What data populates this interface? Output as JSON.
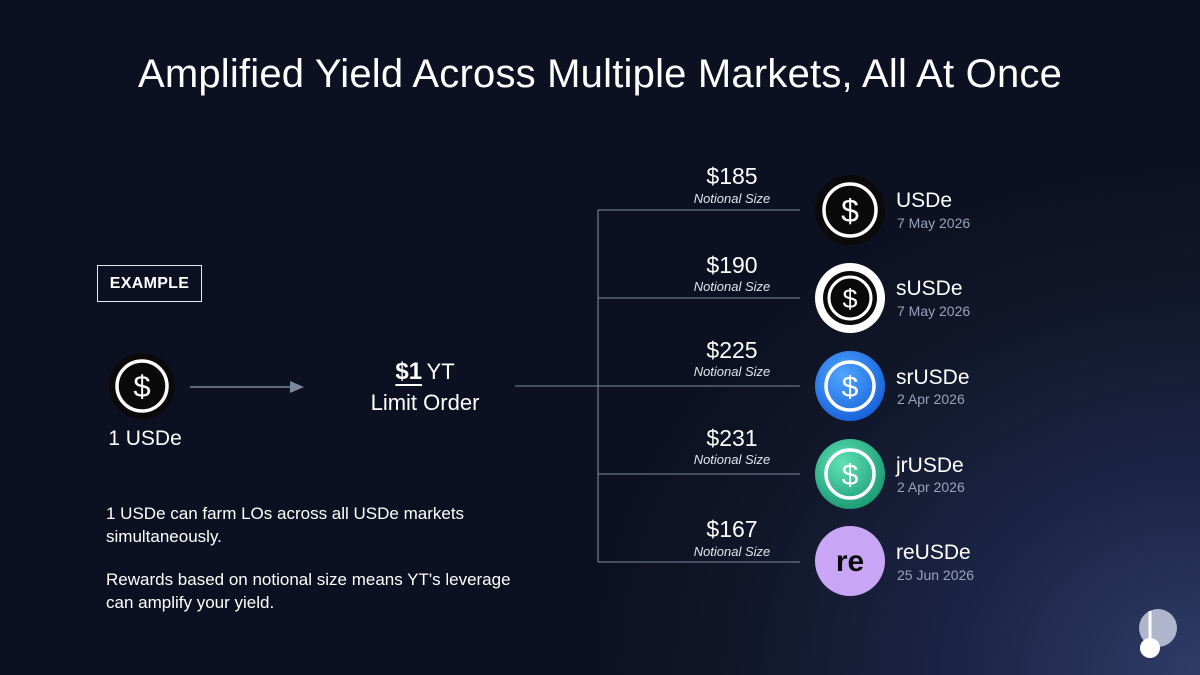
{
  "title": "Amplified Yield Across Multiple Markets, All At Once",
  "example_tag": "EXAMPLE",
  "source": {
    "label": "1 USDe",
    "icon": "dollar-coin-icon"
  },
  "order": {
    "amount": "$1",
    "unit": "YT",
    "kind": "Limit Order"
  },
  "notes": [
    "1 USDe can farm LOs across all USDe markets simultaneously.",
    "Rewards based on notional size means YT's leverage can amplify your yield."
  ],
  "branches": [
    {
      "value": "$185",
      "caption": "Notional Size",
      "market": "USDe",
      "date": "7 May 2026",
      "icon": "usde-coin-icon",
      "color": "#0a0a0a"
    },
    {
      "value": "$190",
      "caption": "Notional Size",
      "market": "sUSDe",
      "date": "7 May 2026",
      "icon": "susde-coin-icon",
      "color": "#ffffff"
    },
    {
      "value": "$225",
      "caption": "Notional Size",
      "market": "srUSDe",
      "date": "2 Apr 2026",
      "icon": "srusde-coin-icon",
      "color": "#1f7cf2"
    },
    {
      "value": "$231",
      "caption": "Notional Size",
      "market": "jrUSDe",
      "date": "2 Apr 2026",
      "icon": "jrusde-coin-icon",
      "color": "#1fb58a"
    },
    {
      "value": "$167",
      "caption": "Notional Size",
      "market": "reUSDe",
      "date": "25 Jun 2026",
      "icon": "reusde-coin-icon",
      "color": "#c9a6f5",
      "icon_text": "re"
    }
  ],
  "colors": {
    "background": "#0c1020",
    "connector": "#7d879e",
    "muted_text": "#9aa3bb"
  },
  "brand_icon": "pendle-logo-icon"
}
